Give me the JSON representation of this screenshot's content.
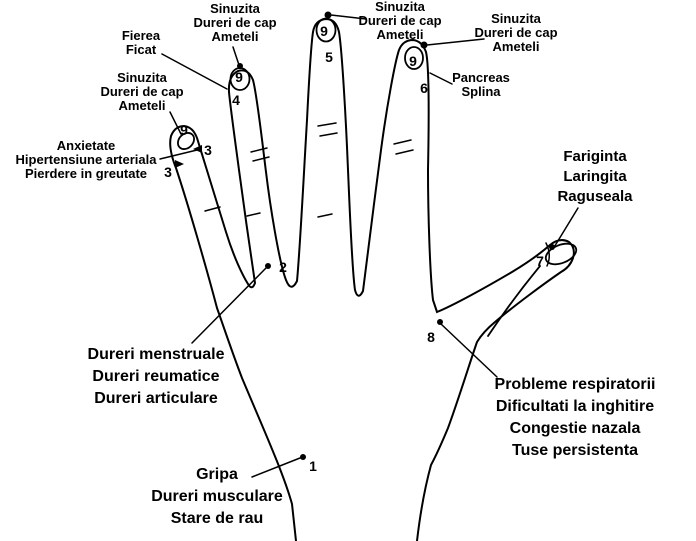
{
  "figure": {
    "ink_color": "#000000",
    "background_color": "#ffffff"
  },
  "labels": {
    "sinuzita_top_left": {
      "lines": [
        "Sinuzita",
        "Dureri de cap",
        "Ameteli"
      ]
    },
    "sinuzita_top_center": {
      "lines": [
        "Sinuzita",
        "Dureri de cap",
        "Ameteli"
      ]
    },
    "sinuzita_top_right": {
      "lines": [
        "Sinuzita",
        "Dureri de cap",
        "Ameteli"
      ]
    },
    "fierea": {
      "lines": [
        "Fierea",
        "Ficat"
      ]
    },
    "sinuzita_left": {
      "lines": [
        "Sinuzita",
        "Dureri de cap",
        "Ameteli"
      ]
    },
    "anxietate": {
      "lines": [
        "Anxietate",
        "Hipertensiune arteriala",
        "Pierdere in greutate"
      ]
    },
    "pancreas": {
      "lines": [
        "Pancreas",
        "Splina"
      ]
    },
    "fariginta": {
      "lines": [
        "Fariginta",
        "Laringita",
        "Raguseala"
      ]
    },
    "dureri_menstruale": {
      "lines": [
        "Dureri menstruale",
        "Dureri reumatice",
        "Dureri articulare"
      ]
    },
    "probleme": {
      "lines": [
        "Probleme respiratorii",
        "Dificultati la inghitire",
        "Congestie nazala",
        "Tuse persistenta"
      ]
    },
    "gripa": {
      "lines": [
        "Gripa",
        "Dureri musculare",
        "Stare de rau"
      ]
    }
  },
  "points": {
    "p1": "1",
    "p2": "2",
    "p3a": "3",
    "p3b": "3",
    "p4": "4",
    "p5": "5",
    "p6": "6",
    "p7": "7",
    "p8": "8",
    "p9_index": "9",
    "p9_f2": "9",
    "p9_f3": "9",
    "p9_f4": "9"
  }
}
